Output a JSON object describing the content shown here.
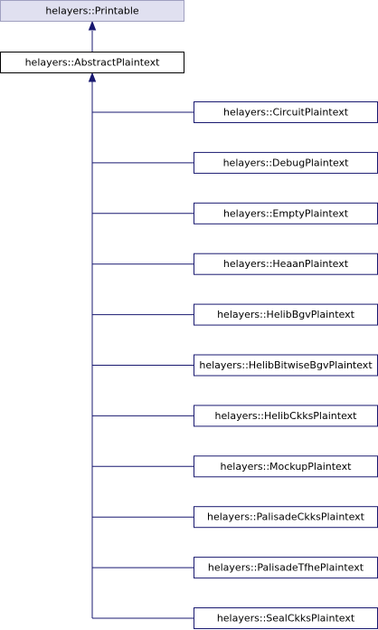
{
  "diagram": {
    "base": {
      "label": "helayers::Printable",
      "style": "grey"
    },
    "abstract": {
      "label": "helayers::AbstractPlaintext",
      "style": "current"
    },
    "derived": [
      "helayers::CircuitPlaintext",
      "helayers::DebugPlaintext",
      "helayers::EmptyPlaintext",
      "helayers::HeaanPlaintext",
      "helayers::HelibBgvPlaintext",
      "helayers::HelibBitwiseBgvPlaintext",
      "helayers::HelibCkksPlaintext",
      "helayers::MockupPlaintext",
      "helayers::PalisadeCkksPlaintext",
      "helayers::PalisadeTfhePlaintext",
      "helayers::SealCkksPlaintext"
    ]
  },
  "colors": {
    "edge": "#191970",
    "grey_fill": "#e0e0f0",
    "grey_border": "#a0a0c0",
    "current_fill": "#ffffff",
    "current_border": "#000000",
    "node_fill": "#ffffff",
    "node_border": "#191970"
  }
}
